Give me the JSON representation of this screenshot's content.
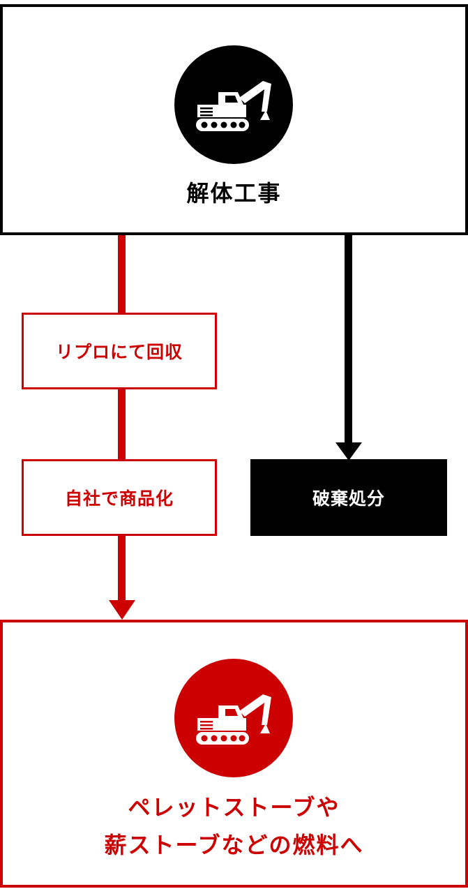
{
  "diagram": {
    "source": {
      "label": "解体工事",
      "icon": "excavator-icon"
    },
    "steps": [
      {
        "label": "リプロにて回収"
      },
      {
        "label": "自社で商品化"
      }
    ],
    "disposal": {
      "label": "破棄処分"
    },
    "destination": {
      "lines": [
        "ペレットストーブや",
        "薪ストーブなどの燃料へ"
      ],
      "icon": "excavator-icon"
    },
    "colors": {
      "accent": "#cc0000",
      "primary": "#000000",
      "background": "#ffffff"
    }
  }
}
